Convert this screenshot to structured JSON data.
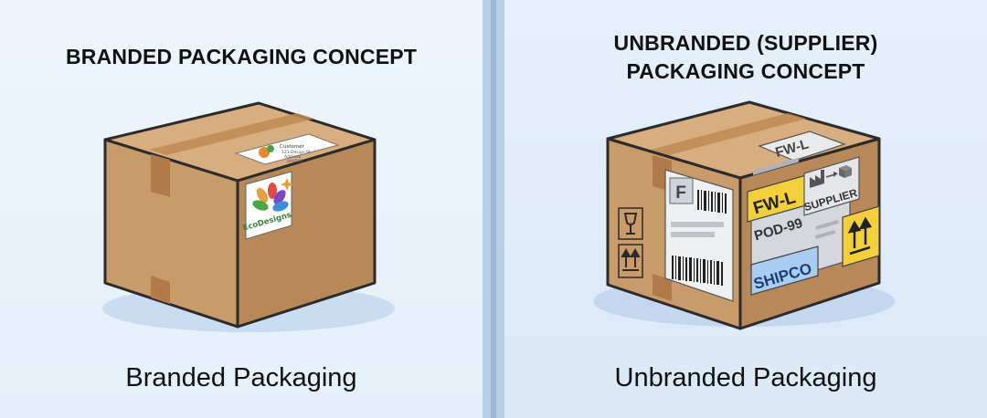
{
  "left": {
    "title": "BRANDED PACKAGING CONCEPT",
    "caption": "Branded Packaging",
    "logo_text": "EcoDesigns",
    "label_lines": [
      "Customer",
      "123 Design St",
      "Address",
      "000000"
    ]
  },
  "right": {
    "title_line1": "UNBRANDED (SUPPLIER)",
    "title_line2": "PACKAGING CONCEPT",
    "caption": "Unbranded Packaging",
    "labels": {
      "fwl_top": "FW-L",
      "f_letter": "F",
      "fwl_yellow": "FW-L",
      "pod": "POD-99",
      "supplier": "SUPPLIER",
      "shipco": "SHIPCO"
    }
  },
  "colors": {
    "cardboard_front": "#c99b6b",
    "cardboard_top": "#d8ad7f",
    "cardboard_side": "#b88858",
    "outline": "#2b2b2b",
    "yellow_label": "#f4cf3c",
    "blue_label": "#a9cdf0"
  }
}
